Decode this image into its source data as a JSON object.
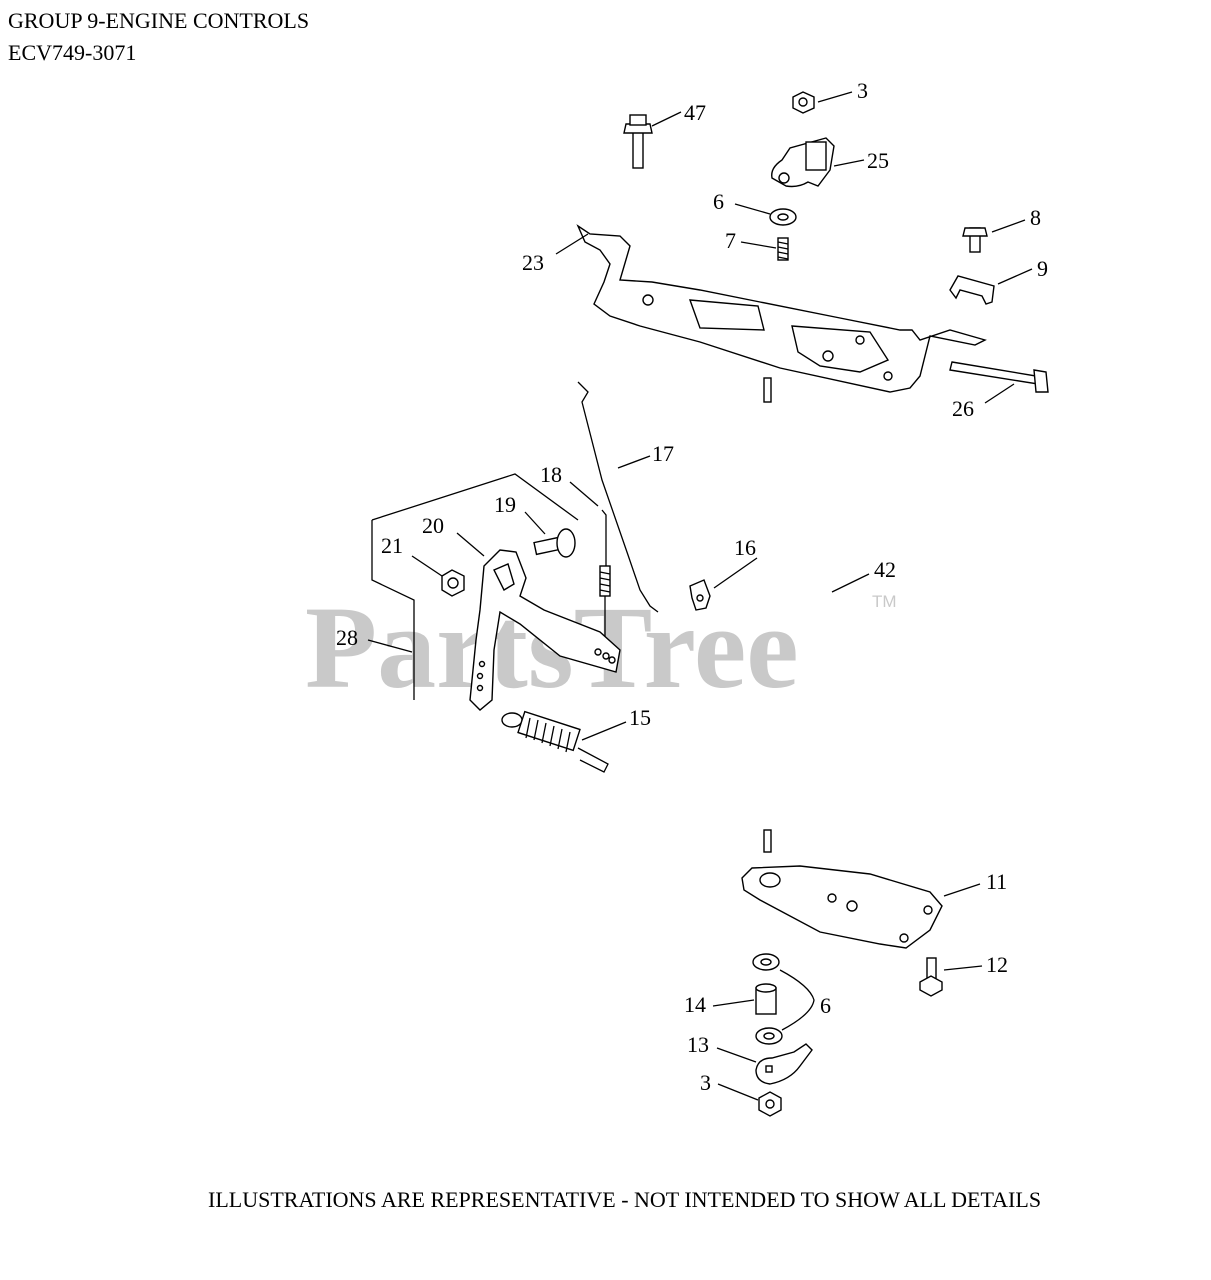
{
  "header": {
    "title": "GROUP 9-ENGINE CONTROLS",
    "model": "ECV749-3071"
  },
  "watermark": {
    "text": "PartsTree",
    "trademark": "TM"
  },
  "callouts": [
    "47",
    "3",
    "25",
    "6",
    "7",
    "8",
    "23",
    "9",
    "26",
    "17",
    "18",
    "19",
    "20",
    "21",
    "16",
    "42",
    "28",
    "15",
    "11",
    "12",
    "14",
    "6",
    "13",
    "3"
  ],
  "footer": {
    "note": "ILLUSTRATIONS ARE REPRESENTATIVE - NOT INTENDED TO SHOW ALL DETAILS"
  }
}
